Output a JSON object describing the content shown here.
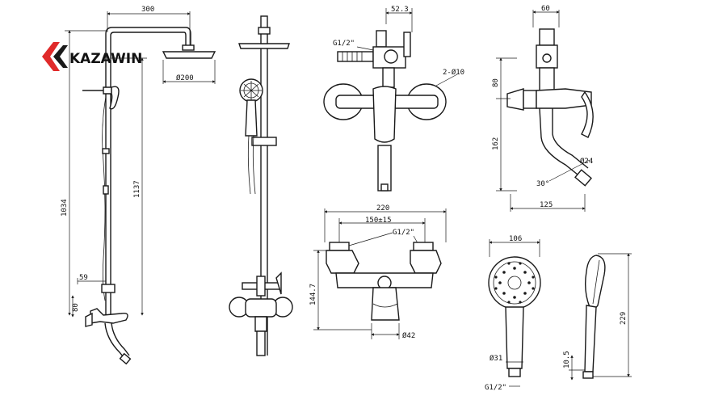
{
  "brand": {
    "name": "KAZAWIN",
    "colors": {
      "red": "#e02a2a",
      "dark": "#1a1a1a"
    }
  },
  "dimensions": {
    "top_width": "300",
    "head_diameter": "Ø200",
    "height_total": "1034",
    "height_rail": "1137",
    "arm_offset": "59",
    "low_height": "80",
    "inlet_thread": "G1/2\"",
    "top_offset": "52.3",
    "diam_10": "2-Ø10",
    "side_top": "60",
    "side_80": "80",
    "side_162": "162",
    "side_30": "30°",
    "spout_diam": "Ø24",
    "side_125": "125",
    "body_220": "220",
    "centers": "150±15",
    "body_thread": "G1/2\"",
    "body_height": "144.7",
    "outlet_diam": "Ø42",
    "hand_width": "106",
    "hand_diam": "Ø31",
    "hand_thread": "G1/2\"",
    "hand_length": "229",
    "hand_10_5": "10.5"
  }
}
